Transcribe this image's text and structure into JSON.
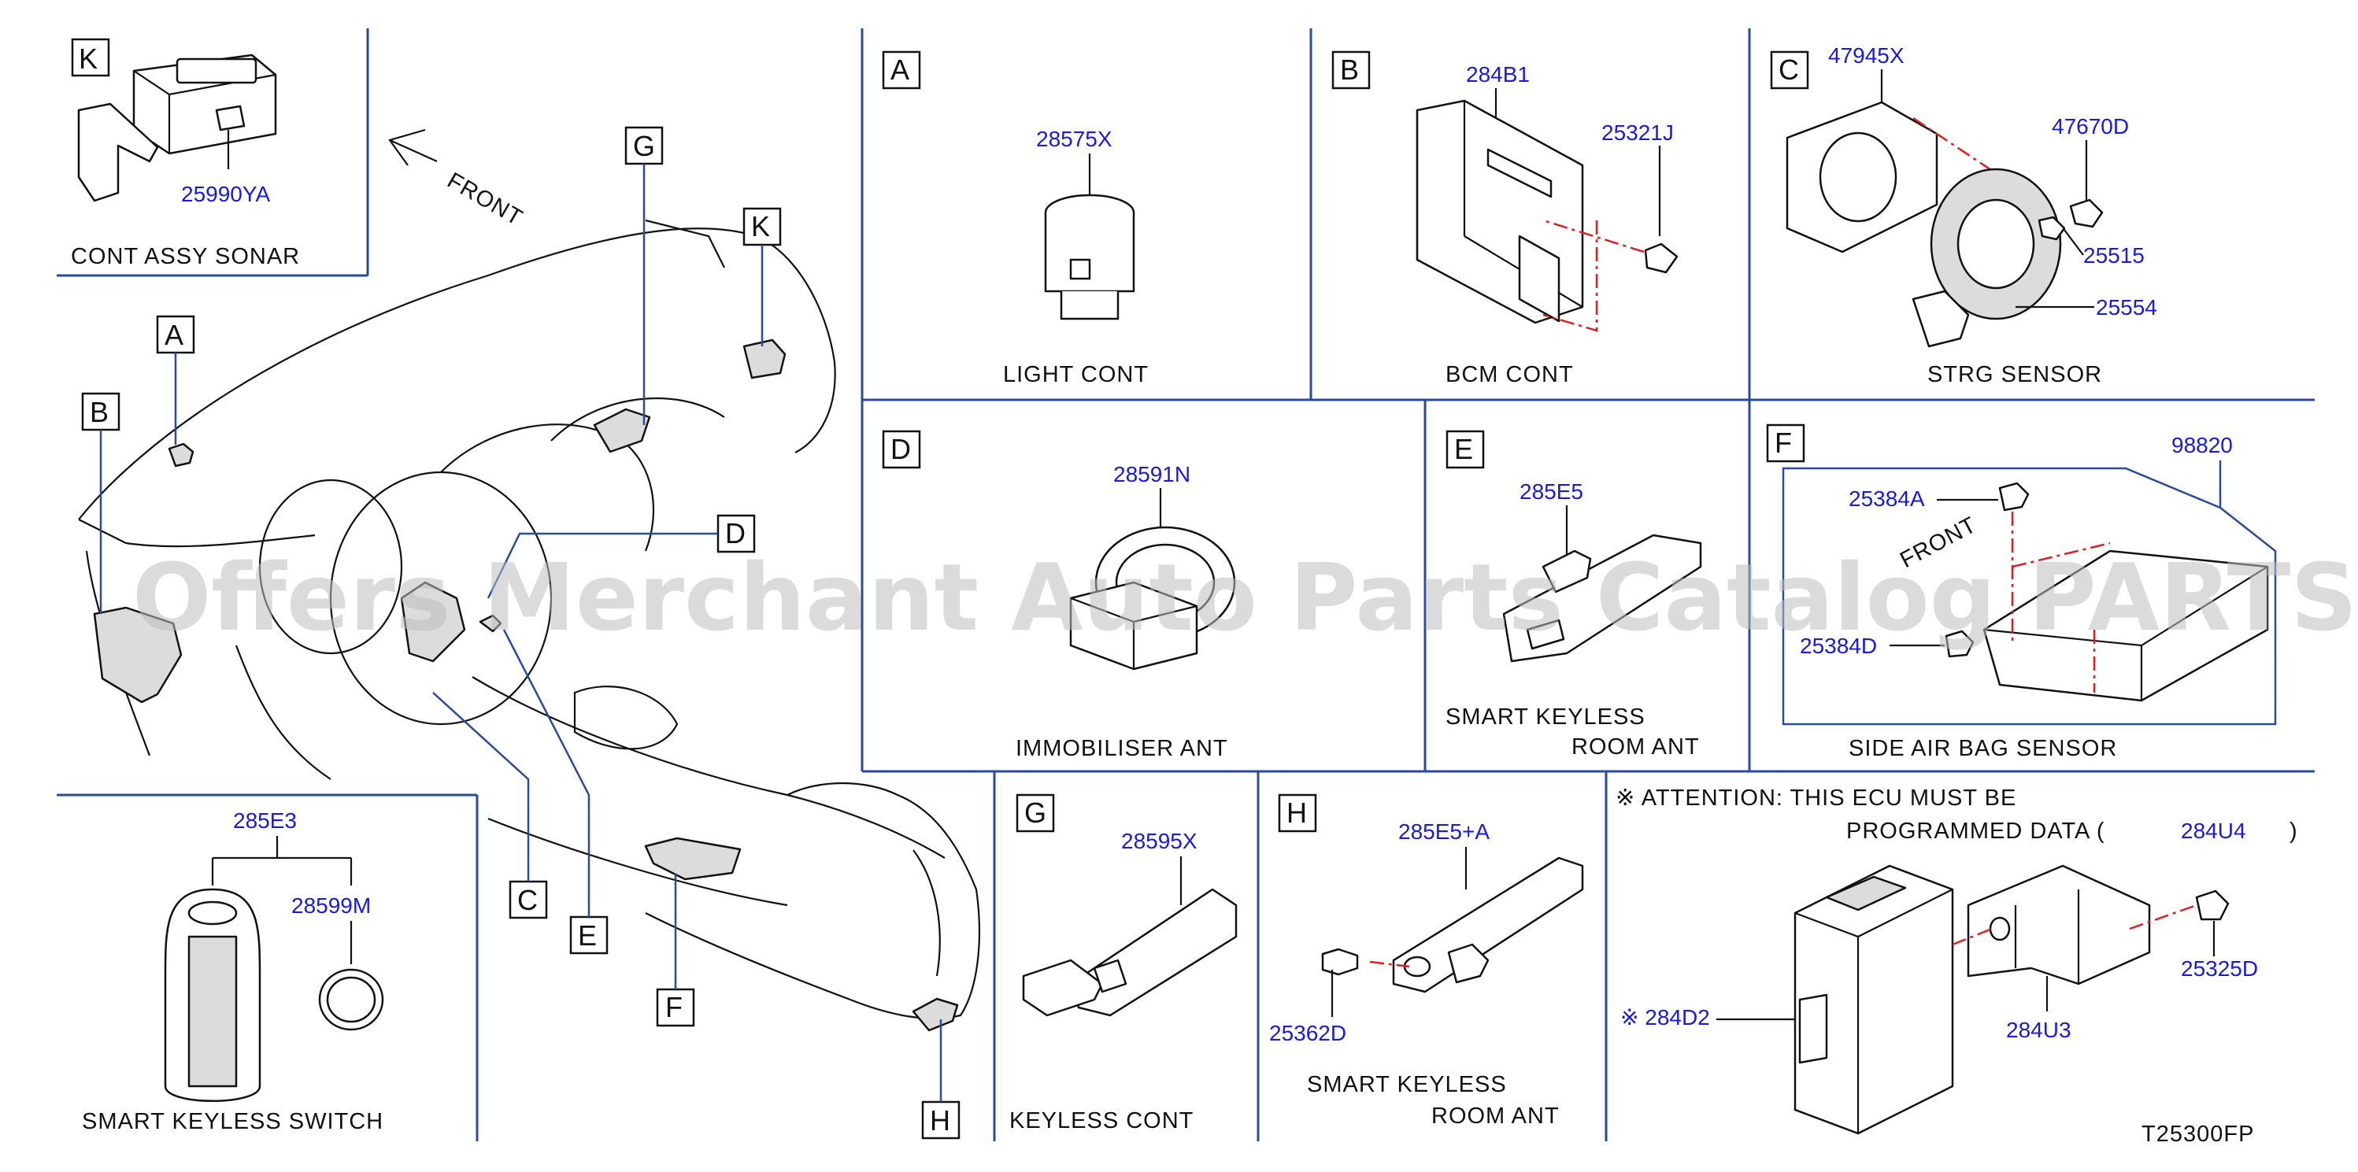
{
  "watermark": "Offers Merchant Auto Parts Catalog PARTSTORE.SA",
  "diagram_code": "T25300FP",
  "front_label": "FRONT",
  "overview": {
    "callouts": [
      "A",
      "B",
      "D",
      "G",
      "K",
      "C",
      "E",
      "F",
      "H"
    ]
  },
  "panels": {
    "K": {
      "letter": "K",
      "caption": "CONT   ASSY   SONAR",
      "parts": [
        "25990YA"
      ]
    },
    "A": {
      "letter": "A",
      "caption": "LIGHT   CONT",
      "parts": [
        "28575X"
      ]
    },
    "B": {
      "letter": "B",
      "caption": "BCM   CONT",
      "parts": [
        "284B1",
        "25321J"
      ]
    },
    "C": {
      "letter": "C",
      "caption": "STRG   SENSOR",
      "parts": [
        "47945X",
        "47670D",
        "25515",
        "25554"
      ]
    },
    "D": {
      "letter": "D",
      "caption": "IMMOBILISER   ANT",
      "parts": [
        "28591N"
      ]
    },
    "E": {
      "letter": "E",
      "caption_line1": "SMART   KEYLESS",
      "caption_line2": "ROOM   ANT",
      "parts": [
        "285E5"
      ]
    },
    "F": {
      "letter": "F",
      "caption": "SIDE   AIR   BAG   SENSOR",
      "front_label": "FRONT",
      "parts": [
        "98820",
        "25384A",
        "25384D"
      ]
    },
    "SW": {
      "caption": "SMART   KEYLESS   SWITCH",
      "parts": [
        "285E3",
        "28599M"
      ]
    },
    "G": {
      "letter": "G",
      "caption": "KEYLESS   CONT",
      "parts": [
        "28595X"
      ]
    },
    "H": {
      "letter": "H",
      "caption_line1": "SMART   KEYLESS",
      "caption_line2": "ROOM   ANT",
      "parts": [
        "285E5+A",
        "25362D"
      ]
    },
    "ECU": {
      "attention_line1": "※ ATTENTION:   THIS   ECU   MUST   BE",
      "attention_line2": "PROGRAMMED   DATA   (",
      "attention_part": "284U4",
      "attention_close": ")",
      "parts": [
        "※ 284D2",
        "284U3",
        "25325D"
      ]
    }
  }
}
